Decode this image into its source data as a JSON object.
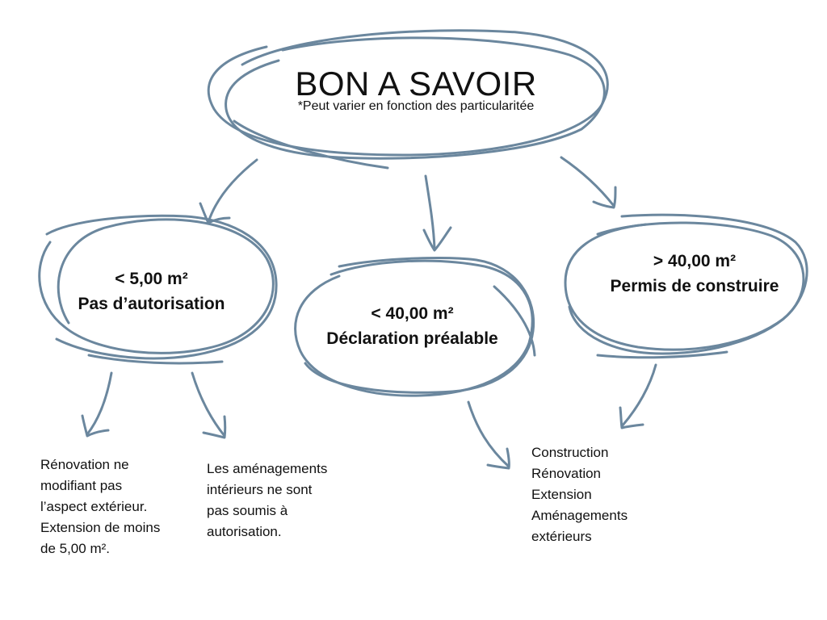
{
  "colors": {
    "sketch": "#6b879e",
    "text": "#111111",
    "background": "#ffffff"
  },
  "header": {
    "title": "BON A SAVOIR",
    "subtitle": "*Peut varier en fonction des particularitée"
  },
  "nodes": {
    "left": {
      "size": "< 5,00 m²",
      "label": "Pas d’autorisation"
    },
    "center": {
      "size": "< 40,00 m²",
      "label": "Déclaration préalable"
    },
    "right": {
      "size": "> 40,00 m²",
      "label": "Permis de construire"
    }
  },
  "details": {
    "left_1": [
      "Rénovation ne",
      "modifiant pas",
      "l’aspect extérieur.",
      "Extension de moins",
      "de 5,00 m²."
    ],
    "left_2": [
      "Les aménagements",
      "intérieurs ne sont",
      "pas soumis à",
      "autorisation."
    ],
    "right": [
      "Construction",
      "Rénovation",
      "Extension",
      "Aménagements",
      "extérieurs"
    ]
  }
}
